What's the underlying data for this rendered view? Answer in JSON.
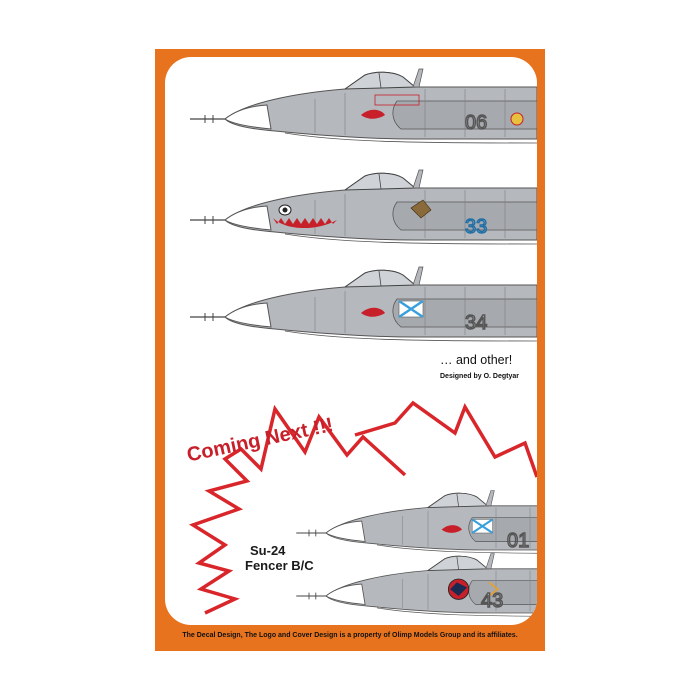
{
  "panel_text": {
    "and_other": "… and other!",
    "designed_by": "Designed by O. Degtyar",
    "coming_next": "Coming Next !!!",
    "preview_model": "Su-24",
    "preview_name": "Fencer B/C"
  },
  "aircraft": [
    {
      "code": "06",
      "code_color": "#ffffff"
    },
    {
      "code": "33",
      "code_color": "#3aa0dc"
    },
    {
      "code": "34",
      "code_color": "#ffffff"
    },
    {
      "code": "01",
      "code_color": "#ffffff"
    },
    {
      "code": "43",
      "code_color": "#ffffff"
    }
  ],
  "footer": {
    "text": "The Decal Design, The Logo and Cover Design is a property of Olimp Models Group and its affiliates."
  },
  "colors": {
    "sheet_orange": "#e8731f",
    "aircraft_grey": "#b5b8bc",
    "zigzag_red": "#d9262b",
    "marking_red": "#c8202a"
  }
}
